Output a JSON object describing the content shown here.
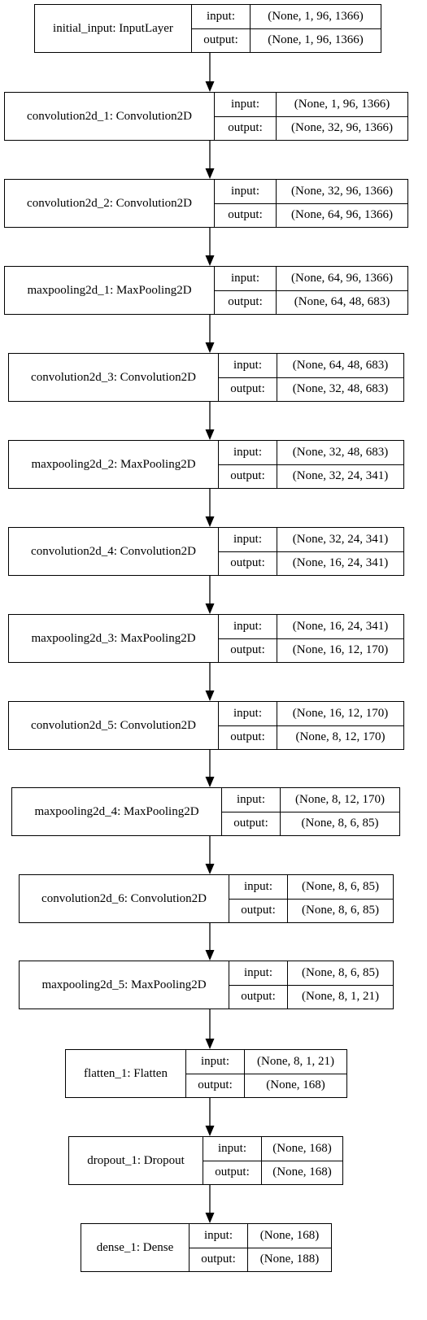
{
  "diagram": {
    "io_labels": {
      "input": "input:",
      "output": "output:"
    },
    "layers": [
      {
        "name": "initial_input: InputLayer",
        "input": "(None, 1, 96, 1366)",
        "output": "(None, 1, 96, 1366)"
      },
      {
        "name": "convolution2d_1: Convolution2D",
        "input": "(None, 1, 96, 1366)",
        "output": "(None, 32, 96, 1366)"
      },
      {
        "name": "convolution2d_2: Convolution2D",
        "input": "(None, 32, 96, 1366)",
        "output": "(None, 64, 96, 1366)"
      },
      {
        "name": "maxpooling2d_1: MaxPooling2D",
        "input": "(None, 64, 96, 1366)",
        "output": "(None, 64, 48, 683)"
      },
      {
        "name": "convolution2d_3: Convolution2D",
        "input": "(None, 64, 48, 683)",
        "output": "(None, 32, 48, 683)"
      },
      {
        "name": "maxpooling2d_2: MaxPooling2D",
        "input": "(None, 32, 48, 683)",
        "output": "(None, 32, 24, 341)"
      },
      {
        "name": "convolution2d_4: Convolution2D",
        "input": "(None, 32, 24, 341)",
        "output": "(None, 16, 24, 341)"
      },
      {
        "name": "maxpooling2d_3: MaxPooling2D",
        "input": "(None, 16, 24, 341)",
        "output": "(None, 16, 12, 170)"
      },
      {
        "name": "convolution2d_5: Convolution2D",
        "input": "(None, 16, 12, 170)",
        "output": "(None, 8, 12, 170)"
      },
      {
        "name": "maxpooling2d_4: MaxPooling2D",
        "input": "(None, 8, 12, 170)",
        "output": "(None, 8, 6, 85)"
      },
      {
        "name": "convolution2d_6: Convolution2D",
        "input": "(None, 8, 6, 85)",
        "output": "(None, 8, 6, 85)"
      },
      {
        "name": "maxpooling2d_5: MaxPooling2D",
        "input": "(None, 8, 6, 85)",
        "output": "(None, 8, 1, 21)"
      },
      {
        "name": "flatten_1: Flatten",
        "input": "(None, 8, 1, 21)",
        "output": "(None, 168)"
      },
      {
        "name": "dropout_1: Dropout",
        "input": "(None, 168)",
        "output": "(None, 168)"
      },
      {
        "name": "dense_1: Dense",
        "input": "(None, 168)",
        "output": "(None, 188)"
      }
    ]
  }
}
